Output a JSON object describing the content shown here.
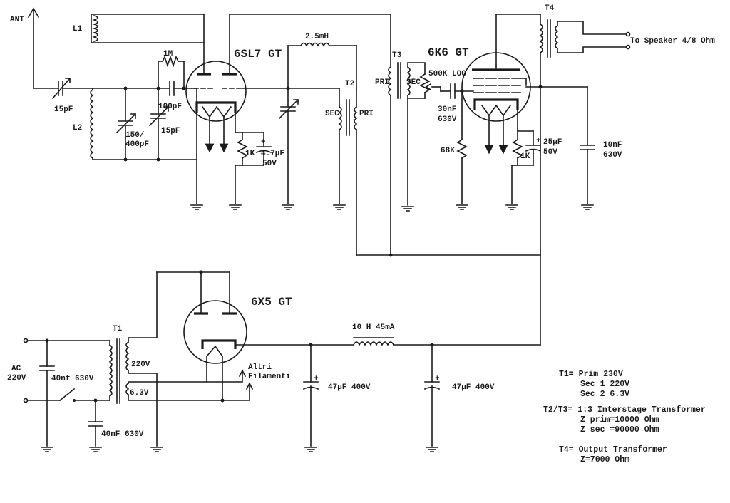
{
  "tubes": {
    "v1": "6SL7 GT",
    "v2": "6K6 GT",
    "v3": "6X5 GT"
  },
  "labels": {
    "ant": "ANT",
    "l1": "L1",
    "l2": "L2",
    "r_1m": "1M",
    "c_15pf_ant": "15pF",
    "c_150_a": "150/",
    "c_150_b": "400pF",
    "c_15pf": "15pF",
    "c_100pf": "100pF",
    "choke_rf": "2.5mH",
    "r_1k_v1": "1K",
    "c_47uf_a": "4.7µF",
    "c_47uf_b": "50V",
    "t2": "T2",
    "t2_sec": "SEC",
    "t2_pri": "PRI",
    "t3": "T3",
    "t3_pri": "PRI",
    "t3_sec": "SEC",
    "pot": "500K LOG",
    "c_30nf_a": "30nF",
    "c_30nf_b": "630V",
    "r_68k": "68K",
    "r_1k_v2": "1K",
    "c_25uf_a": "25µF",
    "c_25uf_b": "50V",
    "c_10nf_a": "10nF",
    "c_10nf_b": "630V",
    "t4": "T4",
    "speaker": "To Speaker 4/8 Ohm",
    "ac_a": "AC",
    "ac_b": "220V",
    "c_40nf_top": "40nf 630V",
    "c_40nf_bot": "40nF 630V",
    "t1": "T1",
    "t1_220": "220V",
    "t1_63": "6.3V",
    "altri_a": "Altri",
    "altri_b": "Filamenti",
    "choke_psu": "10 H 45mA",
    "c_47_1": "47µF 400V",
    "c_47_2": "47µF 400V",
    "plus": "+"
  },
  "notes": {
    "t1_a": "T1= Prim 230V",
    "t1_b": "Sec 1 220V",
    "t1_c": "Sec 2 6.3V",
    "t23_a": "T2/T3= 1:3 Interstage Transformer",
    "t23_b": "Z prim=10000 Ohm",
    "t23_c": "Z sec =90000 Ohm",
    "t4_a": "T4= Output Transformer",
    "t4_b": "Z=7000 Ohm"
  }
}
